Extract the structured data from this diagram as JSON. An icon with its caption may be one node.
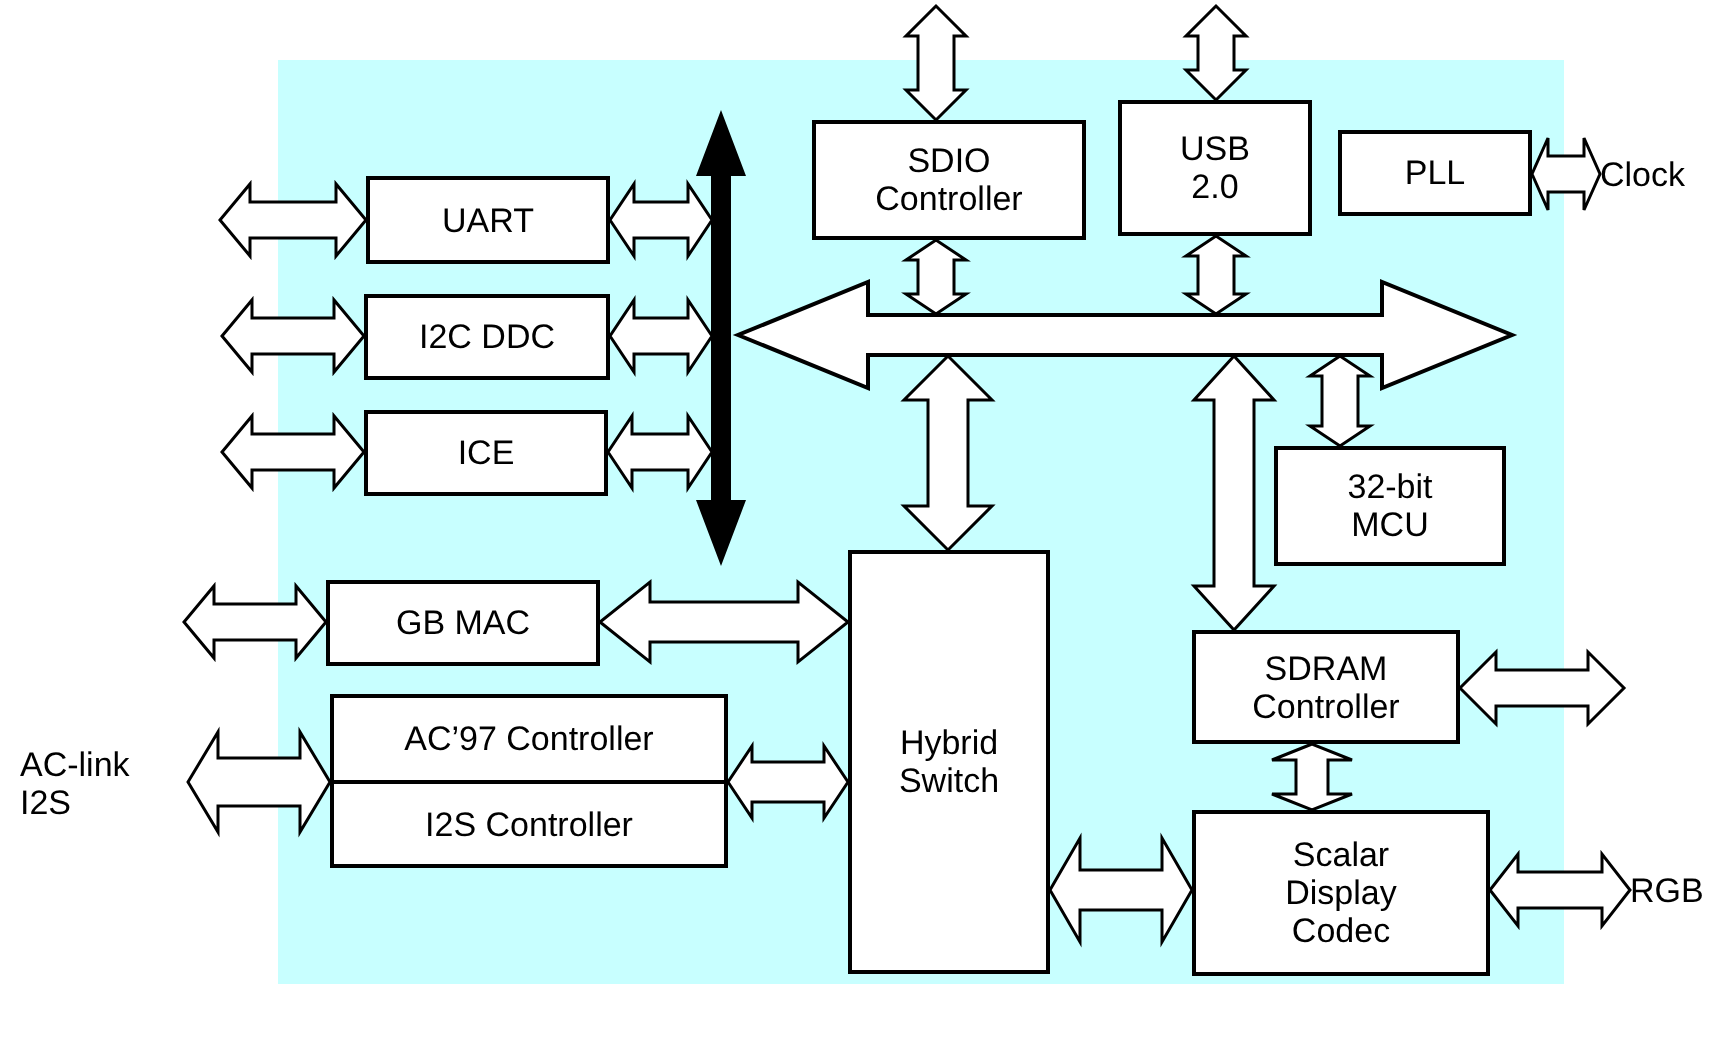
{
  "diagram": {
    "nodes": [
      {
        "text": [],
        "shape": "box"
      },
      {
        "text": [
          "UART"
        ],
        "in": 0
      },
      {
        "text": [
          "I2C DDC"
        ],
        "in": 0
      },
      {
        "text": [
          "ICE"
        ],
        "in": 0
      },
      {
        "text": [
          "SDIO Controller"
        ],
        "in": 0
      },
      {
        "text": [
          "USB 2.0"
        ],
        "in": 0
      },
      {
        "text": [
          "PLL"
        ],
        "in": 0
      },
      {
        "text": [
          "32-bit MCU"
        ],
        "in": 0
      },
      {
        "text": [
          "GB MAC"
        ],
        "in": 0
      },
      {
        "text": [
          "AC’97 Controller"
        ],
        "in": 0
      },
      {
        "text": [
          "I2S Controller"
        ],
        "in": 0
      },
      {
        "text": [
          "Hybrid Switch"
        ],
        "in": 0
      },
      {
        "text": [
          "SDRAM Controller"
        ],
        "in": 0
      },
      {
        "text": [
          "Scalar Display Codec"
        ],
        "in": 0
      },
      {
        "text": [],
        "shape": "bar",
        "in": 0
      },
      {
        "text": [],
        "shape": "bar",
        "in": 0
      },
      {
        "text": [
          "Clock"
        ]
      },
      {
        "text": [
          "AC-link I2S"
        ]
      },
      {
        "text": [
          "RGB"
        ]
      }
    ],
    "edges": [
      {
        "from": null,
        "to": 1,
        "arrow": "both"
      },
      {
        "from": 1,
        "to": 14,
        "arrow": "both"
      },
      {
        "from": null,
        "to": 2,
        "arrow": "both"
      },
      {
        "from": 2,
        "to": 14,
        "arrow": "both"
      },
      {
        "from": null,
        "to": 3,
        "arrow": "both"
      },
      {
        "from": 3,
        "to": 14,
        "arrow": "both"
      },
      {
        "from": null,
        "to": 4,
        "arrow": "both"
      },
      {
        "from": 4,
        "to": 15,
        "arrow": "both"
      },
      {
        "from": null,
        "to": 5,
        "arrow": "both"
      },
      {
        "from": 5,
        "to": 15,
        "arrow": "both"
      },
      {
        "from": 6,
        "to": 16,
        "arrow": "both"
      },
      {
        "from": 15,
        "to": 7,
        "arrow": "both"
      },
      {
        "from": 15,
        "to": 11,
        "arrow": "both"
      },
      {
        "from": 15,
        "to": 12,
        "arrow": "both"
      },
      {
        "from": null,
        "to": 8,
        "arrow": "both"
      },
      {
        "from": 8,
        "to": 11,
        "arrow": "both"
      },
      {
        "from": 17,
        "to": 9,
        "arrow": "both"
      },
      {
        "from": 9,
        "to": 11,
        "arrow": "both"
      },
      {
        "from": 12,
        "to": null,
        "arrow": "both"
      },
      {
        "from": 12,
        "to": 13,
        "arrow": "both"
      },
      {
        "from": 11,
        "to": 13,
        "arrow": "both"
      },
      {
        "from": 13,
        "to": 18,
        "arrow": "both"
      }
    ]
  }
}
